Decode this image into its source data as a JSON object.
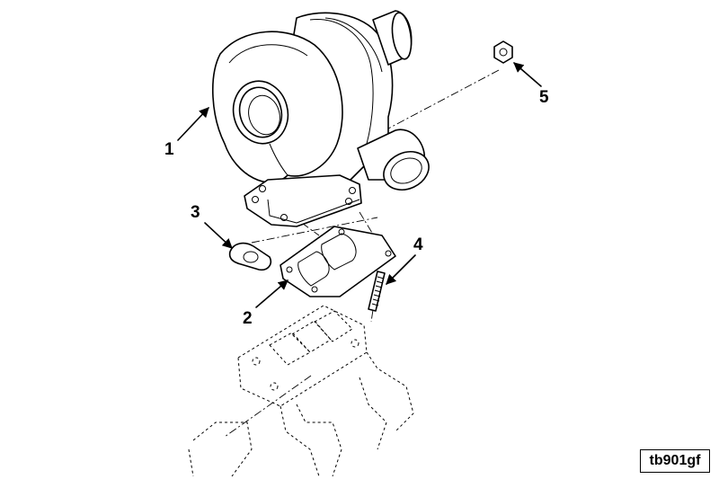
{
  "figure_id": "tb901gf",
  "callouts": [
    {
      "label": "1",
      "part": "turbocharger"
    },
    {
      "label": "2",
      "part": "gasket"
    },
    {
      "label": "3",
      "part": "gasket"
    },
    {
      "label": "4",
      "part": "stud"
    },
    {
      "label": "5",
      "part": "nut"
    }
  ]
}
